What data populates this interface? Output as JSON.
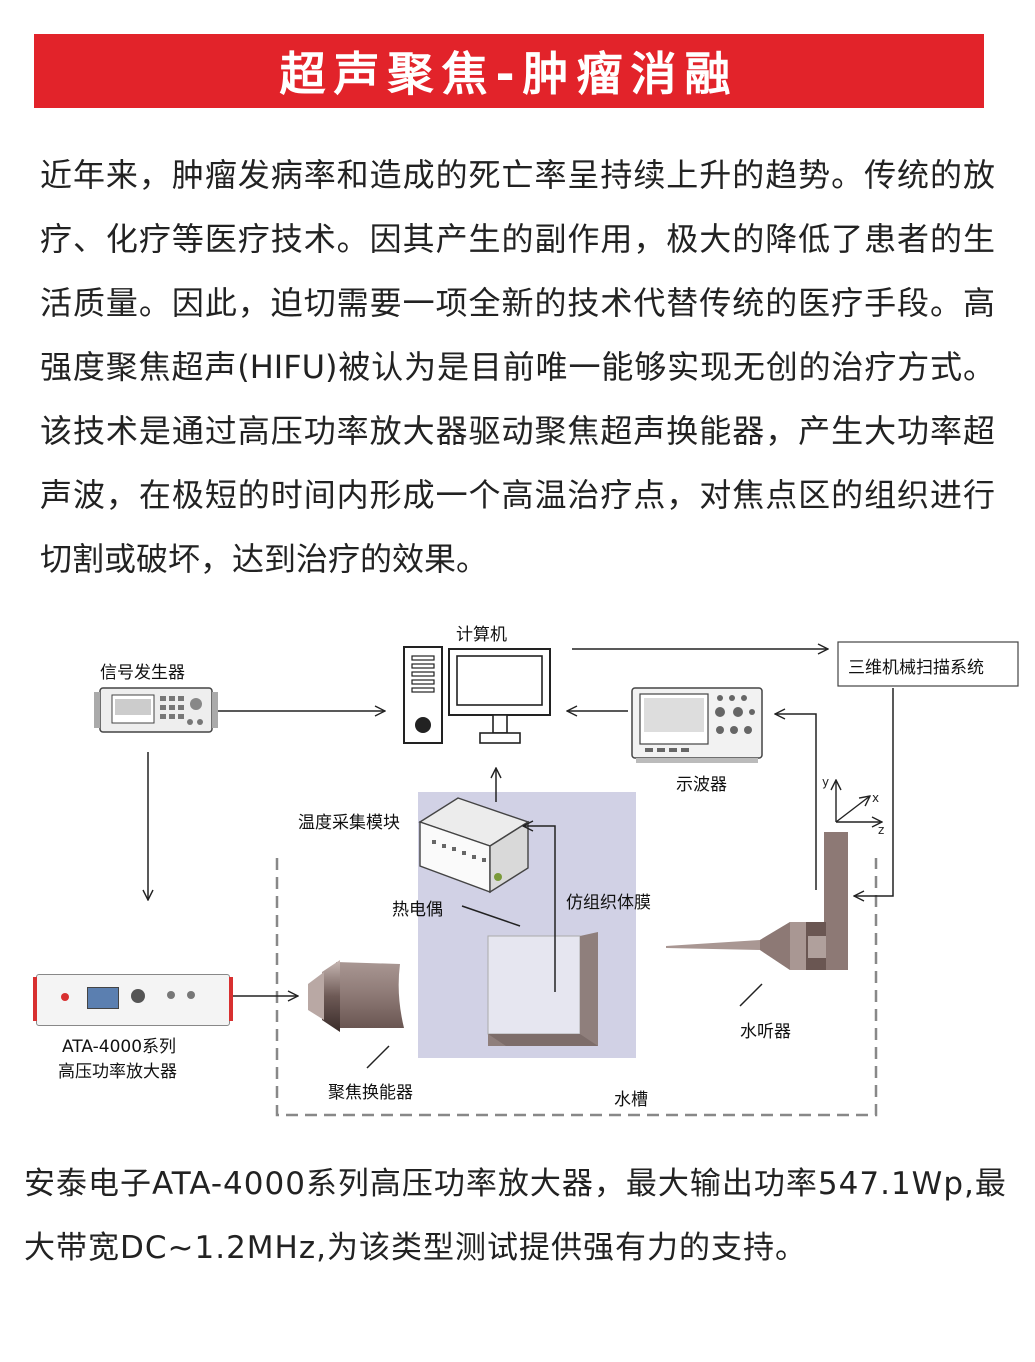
{
  "banner": {
    "title": "超声聚焦-肿瘤消融"
  },
  "intro": {
    "text": "近年来，肿瘤发病率和造成的死亡率呈持续上升的趋势。传统的放疗、化疗等医疗技术。因其产生的副作用，极大的降低了患者的生活质量。因此，迫切需要一项全新的技术代替传统的医疗手段。高强度聚焦超声(HIFU)被认为是目前唯一能够实现无创的治疗方式。该技术是通过高压功率放大器驱动聚焦超声换能器，产生大功率超声波，在极短的时间内形成一个高温治疗点，对焦点区的组织进行切割或破坏，达到治疗的效果。"
  },
  "diagram": {
    "computer": "计算机",
    "signal_generator": "信号发生器",
    "scan_system": "三维机械扫描系统",
    "oscilloscope": "示波器",
    "temp_module": "温度采集模块",
    "thermocouple": "热电偶",
    "phantom": "仿组织体膜",
    "amplifier_line1": "ATA-4000系列",
    "amplifier_line2": "高压功率放大器",
    "transducer": "聚焦换能器",
    "hydrophone": "水听器",
    "tank": "水槽",
    "axis_x": "x",
    "axis_y": "y",
    "axis_z": "z"
  },
  "footer": {
    "text": "安泰电子ATA-4000系列高压功率放大器，最大输出功率547.1Wp,最大带宽DC~1.2MHz,为该类型测试提供强有力的支持。"
  },
  "colors": {
    "banner": "#e2232a",
    "tank_fill": "#c9c9e0",
    "phantom_fill": "#e6e6f0",
    "phantom_side": "#8f7f7c"
  }
}
